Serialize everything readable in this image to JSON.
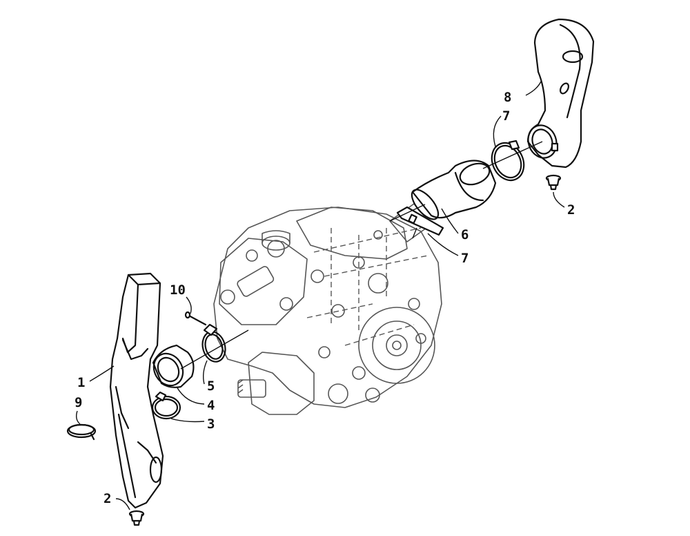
{
  "diagram": {
    "callouts": {
      "c1": "1",
      "c2a": "2",
      "c2b": "2",
      "c3": "3",
      "c4": "4",
      "c5": "5",
      "c6": "6",
      "c7a": "7",
      "c7b": "7",
      "c8": "8",
      "c9": "9",
      "c10": "10"
    }
  }
}
